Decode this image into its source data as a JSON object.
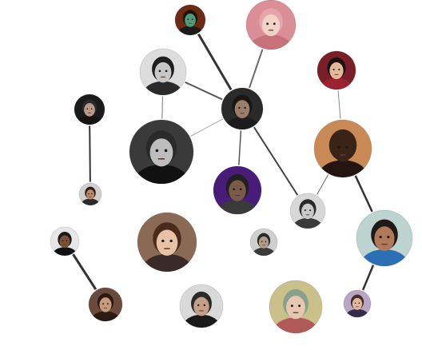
{
  "graph": {
    "type": "avatar-network",
    "nodes": [
      {
        "id": "n1",
        "name": "avatar-green-mask",
        "bg": "#6b2a14",
        "hair": "#1b1410",
        "skin": "#4f9c7a",
        "shirt": "#1a1a1a"
      },
      {
        "id": "n2",
        "name": "avatar-pink-hair",
        "bg": "#d98f95",
        "hair": "#e7a3aa",
        "skin": "#f2d2c7",
        "shirt": "#c7727b"
      },
      {
        "id": "n3",
        "name": "avatar-woman-bw",
        "bg": "#dcdcdc",
        "hair": "#1e1e1e",
        "skin": "#c7c7c7",
        "shirt": "#2a2a2a"
      },
      {
        "id": "n4",
        "name": "avatar-woman-glasses",
        "bg": "#7a1f27",
        "hair": "#1a1111",
        "skin": "#e3b89b",
        "shirt": "#9b2230"
      },
      {
        "id": "n5",
        "name": "avatar-bald-man",
        "bg": "#1b1b1b",
        "hair": "#2b2b2b",
        "skin": "#b89b8b",
        "shirt": "#141414"
      },
      {
        "id": "n6",
        "name": "avatar-bearded-man",
        "bg": "#2a2a2a",
        "hair": "#161616",
        "skin": "#9b7d69",
        "shirt": "#1c1c1c"
      },
      {
        "id": "n7",
        "name": "avatar-man-bw-close",
        "bg": "#3a3a3a",
        "hair": "#2a2a2a",
        "skin": "#bdbdbd",
        "shirt": "#111111"
      },
      {
        "id": "n8",
        "name": "avatar-camera-sunset",
        "bg": "#c98a55",
        "hair": "#3a2418",
        "skin": "#3a2418",
        "shirt": "#241510"
      },
      {
        "id": "n9",
        "name": "avatar-speaker-stage",
        "bg": "#4a1c7a",
        "hair": "#202020",
        "skin": "#7b5a48",
        "shirt": "#3a3a3a"
      },
      {
        "id": "n10",
        "name": "avatar-smiling-man-small",
        "bg": "#cfcfcf",
        "hair": "#2a1c12",
        "skin": "#c08a6a",
        "shirt": "#2b2b2b"
      },
      {
        "id": "n11",
        "name": "avatar-woman-short-hair",
        "bg": "#d7d7d7",
        "hair": "#2a2a2a",
        "skin": "#c9c9c9",
        "shirt": "#3a3a3a"
      },
      {
        "id": "n12",
        "name": "avatar-man-cap-beard",
        "bg": "#bcd3cf",
        "hair": "#1f1a16",
        "skin": "#b07a5a",
        "shirt": "#2b6fb4"
      },
      {
        "id": "n13",
        "name": "avatar-man-sunglasses",
        "bg": "#e6e6e6",
        "hair": "#1a1a1a",
        "skin": "#7a5238",
        "shirt": "#111111"
      },
      {
        "id": "n14",
        "name": "avatar-winking-woman",
        "bg": "#8a6a55",
        "hair": "#4a2a1a",
        "skin": "#e6c2a7",
        "shirt": "#3a2a2a"
      },
      {
        "id": "n15",
        "name": "avatar-man-hoodie",
        "bg": "#cfcfcf",
        "hair": "#2a2a2a",
        "skin": "#b59a86",
        "shirt": "#3a3a3a"
      },
      {
        "id": "n16",
        "name": "avatar-hand-beard",
        "bg": "#6a4a3a",
        "hair": "#2a1a12",
        "skin": "#c69a7a",
        "shirt": "#2a1a12"
      },
      {
        "id": "n17",
        "name": "avatar-man-slick-hair",
        "bg": "#d9d9d9",
        "hair": "#2a2a2a",
        "skin": "#c4a08a",
        "shirt": "#1a1a1a"
      },
      {
        "id": "n18",
        "name": "avatar-illustrated-girl",
        "bg": "#c9c08a",
        "hair": "#8aa08a",
        "skin": "#e6c8b0",
        "shirt": "#b05a5a"
      },
      {
        "id": "n19",
        "name": "avatar-woman-long-hair",
        "bg": "#b8a6c6",
        "hair": "#4a2e24",
        "skin": "#e0b8a0",
        "shirt": "#3a2a4a"
      }
    ],
    "edges": [
      {
        "from": "n1",
        "to": "n6",
        "color": "#333333",
        "weight": 3
      },
      {
        "from": "n2",
        "to": "n6",
        "color": "#6a6a6a",
        "weight": 2
      },
      {
        "from": "n3",
        "to": "n7",
        "color": "#777777",
        "weight": 1
      },
      {
        "from": "n3",
        "to": "n6",
        "color": "#555555",
        "weight": 2
      },
      {
        "from": "n6",
        "to": "n9",
        "color": "#555555",
        "weight": 1.5
      },
      {
        "from": "n6",
        "to": "n11",
        "color": "#444444",
        "weight": 2
      },
      {
        "from": "n6",
        "to": "n7",
        "color": "#aaaaaa",
        "weight": 1
      },
      {
        "from": "n4",
        "to": "n8",
        "color": "#888888",
        "weight": 1
      },
      {
        "from": "n8",
        "to": "n12",
        "color": "#333333",
        "weight": 2.5
      },
      {
        "from": "n8",
        "to": "n11",
        "color": "#666666",
        "weight": 1
      },
      {
        "from": "n5",
        "to": "n10",
        "color": "#333333",
        "weight": 2
      },
      {
        "from": "n13",
        "to": "n16",
        "color": "#333333",
        "weight": 3
      },
      {
        "from": "n12",
        "to": "n19",
        "color": "#333333",
        "weight": 2.5
      }
    ]
  }
}
